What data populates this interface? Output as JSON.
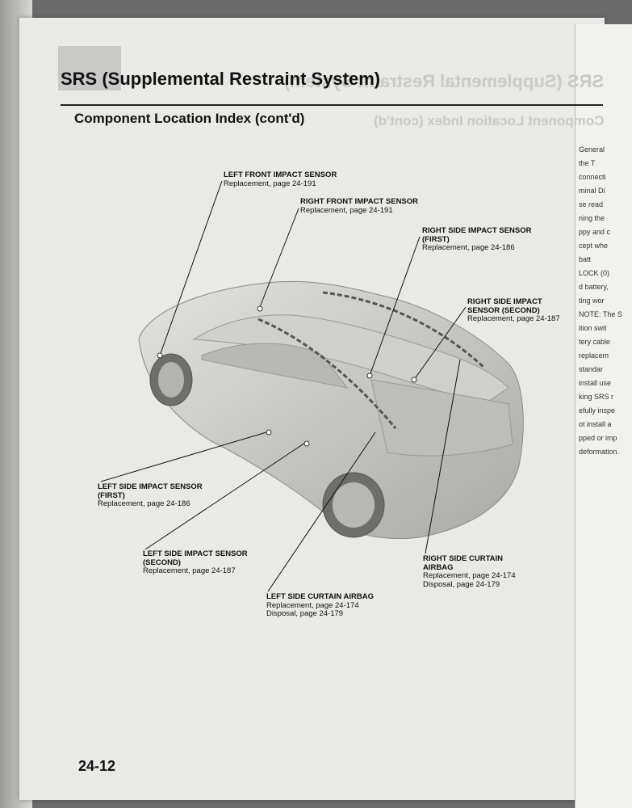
{
  "header": {
    "title": "SRS (Supplemental Restraint System)",
    "subtitle": "Component Location Index (cont'd)"
  },
  "callouts": [
    {
      "name": "LEFT FRONT IMPACT SENSOR",
      "lines": [
        "Replacement, page 24-191"
      ]
    },
    {
      "name": "RIGHT FRONT IMPACT SENSOR",
      "lines": [
        "Replacement, page 24-191"
      ]
    },
    {
      "name": "RIGHT SIDE IMPACT SENSOR (FIRST)",
      "name_lines": [
        "RIGHT SIDE IMPACT SENSOR",
        "(FIRST)"
      ],
      "lines": [
        "Replacement, page 24-186"
      ]
    },
    {
      "name": "RIGHT SIDE IMPACT SENSOR (SECOND)",
      "name_lines": [
        "RIGHT SIDE IMPACT",
        "SENSOR (SECOND)"
      ],
      "lines": [
        "Replacement, page 24-187"
      ]
    },
    {
      "name": "LEFT SIDE IMPACT SENSOR (FIRST)",
      "name_lines": [
        "LEFT SIDE IMPACT SENSOR",
        "(FIRST)"
      ],
      "lines": [
        "Replacement, page 24-186"
      ]
    },
    {
      "name": "LEFT SIDE IMPACT SENSOR (SECOND)",
      "name_lines": [
        "LEFT SIDE IMPACT SENSOR",
        "(SECOND)"
      ],
      "lines": [
        "Replacement, page 24-187"
      ]
    },
    {
      "name": "LEFT SIDE CURTAIN AIRBAG",
      "lines": [
        "Replacement, page 24-174",
        "Disposal, page 24-179"
      ]
    },
    {
      "name": "RIGHT SIDE CURTAIN AIRBAG",
      "name_lines": [
        "RIGHT SIDE CURTAIN",
        "AIRBAG"
      ],
      "lines": [
        "Replacement, page 24-174",
        "Disposal, page 24-179"
      ]
    }
  ],
  "footer": {
    "page_number": "24-12"
  },
  "next_page_fragments": [
    "General",
    "the T",
    "connecti",
    "minal Di",
    "se read",
    "ning the",
    "ppy and c",
    "cept whe",
    "batt",
    "LOCK (0)",
    "d battery,",
    "ting wor",
    "NOTE: The S",
    "ition swit",
    "tery cable",
    "replacem",
    "standar",
    "install use",
    "king SRS r",
    "efully inspe",
    "ot install a",
    "pped or imp",
    "deformation."
  ]
}
